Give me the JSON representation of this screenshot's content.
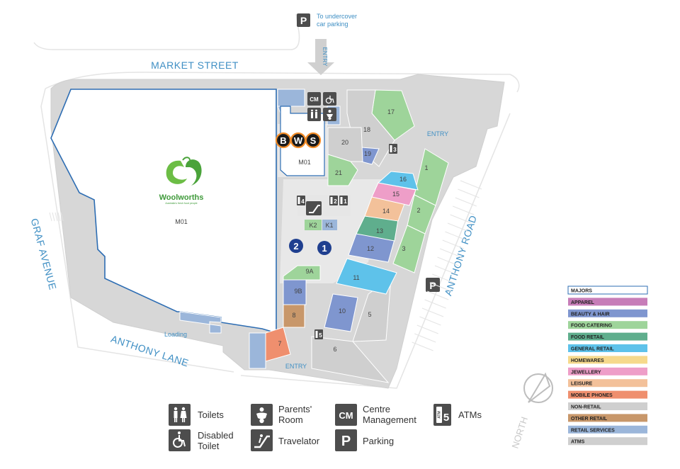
{
  "streets": {
    "market_street": "MARKET STREET",
    "graf_avenue": "GRAF AVENUE",
    "anthony_lane": "ANTHONY LANE",
    "anthony_road": "ANTHONY ROAD"
  },
  "parking_note": {
    "line1": "To undercover",
    "line2": "car parking"
  },
  "entry_labels": {
    "top_arrow": "ENTRY",
    "right": "ENTRY",
    "bottom": "ENTRY"
  },
  "loading_label": "Loading",
  "major": {
    "brand_name": "Woolworths",
    "brand_tagline": "Australia's fresh food people",
    "code": "M01"
  },
  "bws": {
    "letters": [
      "B",
      "W",
      "S"
    ],
    "code": "M01"
  },
  "north_label": "NORTH",
  "amenity_marks": {
    "cm": "CM",
    "parking": "P",
    "atm": "ATM",
    "atm_counts": [
      "3",
      "4",
      "2",
      "1",
      "5"
    ]
  },
  "kiosks": [
    "K2",
    "K1"
  ],
  "circles": [
    "2",
    "1"
  ],
  "tenancy_labels": [
    "1",
    "2",
    "3",
    "5",
    "6",
    "7",
    "8",
    "9A",
    "9B",
    "10",
    "11",
    "12",
    "13",
    "14",
    "15",
    "16",
    "17",
    "18",
    "19",
    "20",
    "21"
  ],
  "legend": [
    {
      "label": "MAJORS",
      "color": "#ffffff",
      "border": "#2d6db3"
    },
    {
      "label": "APPAREL",
      "color": "#c77db8"
    },
    {
      "label": "BEAUTY & HAIR",
      "color": "#7f96cf"
    },
    {
      "label": "FOOD CATERING",
      "color": "#9ed49a"
    },
    {
      "label": "FOOD RETAIL",
      "color": "#5fae8d"
    },
    {
      "label": "GENERAL RETAIL",
      "color": "#5ec2ea"
    },
    {
      "label": "HOMEWARES",
      "color": "#f6d98c"
    },
    {
      "label": "JEWELLERY",
      "color": "#ee9ec8"
    },
    {
      "label": "LEISURE",
      "color": "#f3c19a"
    },
    {
      "label": "MOBILE PHONES",
      "color": "#ef8f6e"
    },
    {
      "label": "NON-RETAIL",
      "color": "#cfcfcf"
    },
    {
      "label": "OTHER RETAIL",
      "color": "#c8976a"
    },
    {
      "label": "RETAIL SERVICES",
      "color": "#9bb6da"
    },
    {
      "label": "ATMS",
      "color": "#cfcfcf"
    }
  ],
  "key": {
    "toilets": "Toilets",
    "disabled_1": "Disabled",
    "disabled_2": "Toilet",
    "parents_1": "Parents'",
    "parents_2": "Room",
    "travelator": "Travelator",
    "cm_1": "Centre",
    "cm_2": "Management",
    "parking": "Parking",
    "atms": "ATMs"
  }
}
